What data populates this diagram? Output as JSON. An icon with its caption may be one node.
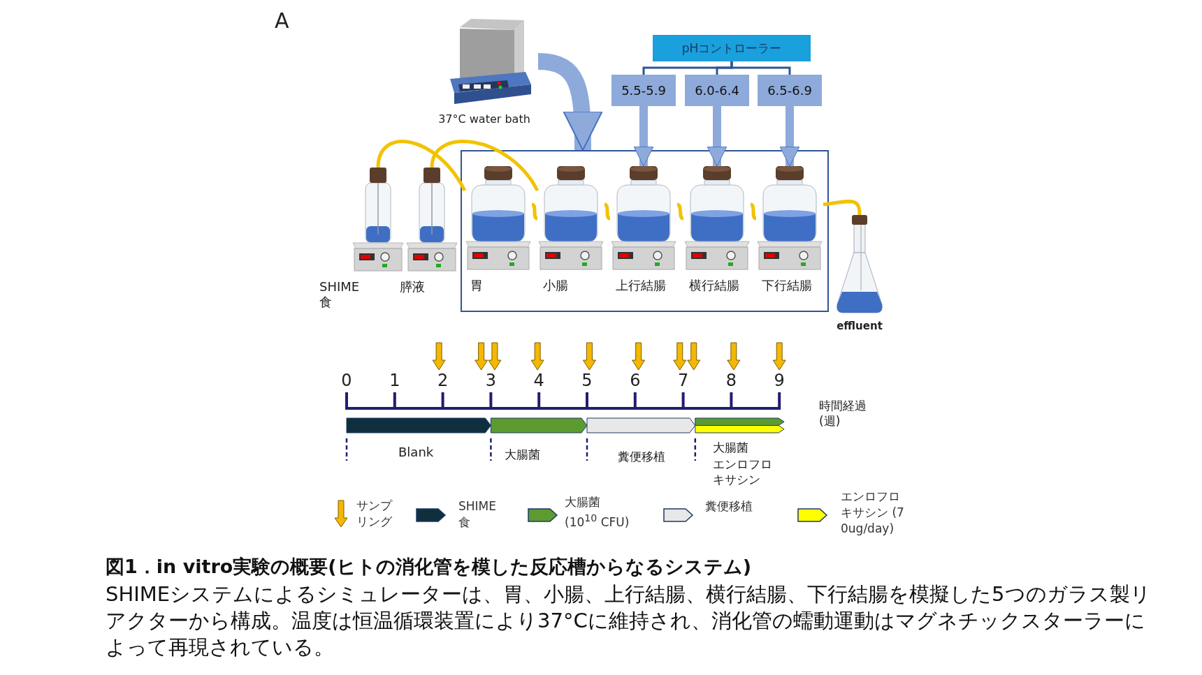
{
  "diagram": {
    "title": "図1．in vitro実験の概要(ヒトの消化管を模した反応槽からなるシステム)",
    "caption": "SHIMEシステムによるシミュレーターは、胃、小腸、上行結腸、横行結腸、下行結腸を模擬した5つのガラス製リアクターから構成。温度は恒温循環装置により37°Cに維持され、消化管の蠕動運動はマグネチックスターラーによって再現されている。",
    "nodes": [
      {
        "text": [],
        "shape": "picture",
        "beside": [
          "37°C water bath"
        ]
      },
      {
        "text": [
          "pHコントローラー"
        ]
      },
      {
        "text": [
          "5.5-5.9"
        ]
      },
      {
        "text": [
          "6.0-6.4"
        ]
      },
      {
        "text": [
          "6.5-6.9"
        ]
      },
      {
        "text": [
          "SHIME食"
        ]
      },
      {
        "text": [
          "膵液"
        ]
      },
      {
        "text": [],
        "shape": "box"
      },
      {
        "text": [
          "胃"
        ],
        "in": 7
      },
      {
        "text": [
          "小腸"
        ],
        "in": 7
      },
      {
        "text": [
          "上行結腸"
        ],
        "in": 7
      },
      {
        "text": [
          "横行結腸"
        ],
        "in": 7
      },
      {
        "text": [
          "下行結腸"
        ],
        "in": 7
      },
      {
        "text": [
          "effluent"
        ]
      }
    ],
    "edges": [
      {
        "from": 0,
        "to": 7,
        "arrow": "to",
        "style": "thick",
        "color": "#8eaadb"
      },
      {
        "from": 1,
        "to": 2,
        "arrow": "none",
        "color": "#2f5597"
      },
      {
        "from": 1,
        "to": 3,
        "arrow": "none",
        "color": "#2f5597"
      },
      {
        "from": 1,
        "to": 4,
        "arrow": "none",
        "color": "#2f5597"
      },
      {
        "from": 2,
        "to": 10,
        "arrow": "to",
        "style": "thick",
        "color": "#8eaadb"
      },
      {
        "from": 3,
        "to": 11,
        "arrow": "to",
        "style": "thick",
        "color": "#8eaadb"
      },
      {
        "from": 4,
        "to": 12,
        "arrow": "to",
        "style": "thick",
        "color": "#8eaadb"
      },
      {
        "from": 5,
        "to": 8,
        "arrow": "none",
        "color": "#f2c200"
      },
      {
        "from": 6,
        "to": 9,
        "arrow": "none",
        "color": "#f2c200"
      },
      {
        "from": 8,
        "to": 9,
        "arrow": "none",
        "color": "#f2c200"
      },
      {
        "from": 9,
        "to": 10,
        "arrow": "none",
        "color": "#f2c200"
      },
      {
        "from": 10,
        "to": 11,
        "arrow": "none",
        "color": "#f2c200"
      },
      {
        "from": 11,
        "to": 12,
        "arrow": "none",
        "color": "#f2c200"
      },
      {
        "from": 12,
        "to": 13,
        "arrow": "none",
        "color": "#f2c200"
      }
    ],
    "labels": [
      "A",
      "0",
      "1",
      "2",
      "3",
      "4",
      "5",
      "6",
      "7",
      "8",
      "9",
      "時間経過(週)",
      "Blank",
      "大腸菌",
      "糞便移植",
      "大腸菌",
      "エンロフロキサシン"
    ],
    "legend": [
      {
        "text": "サンプリング"
      },
      {
        "text": "SHIME食",
        "color": "#0f2f3f"
      },
      {
        "text": "大腸菌 (10$^{10}$ CFU)",
        "color": "#5b9b30"
      },
      {
        "text": "糞便移植",
        "color": "#e8e8e8"
      },
      {
        "text": "エンロフロキサシン (70ug/day)",
        "color": "#ffff00"
      }
    ]
  }
}
